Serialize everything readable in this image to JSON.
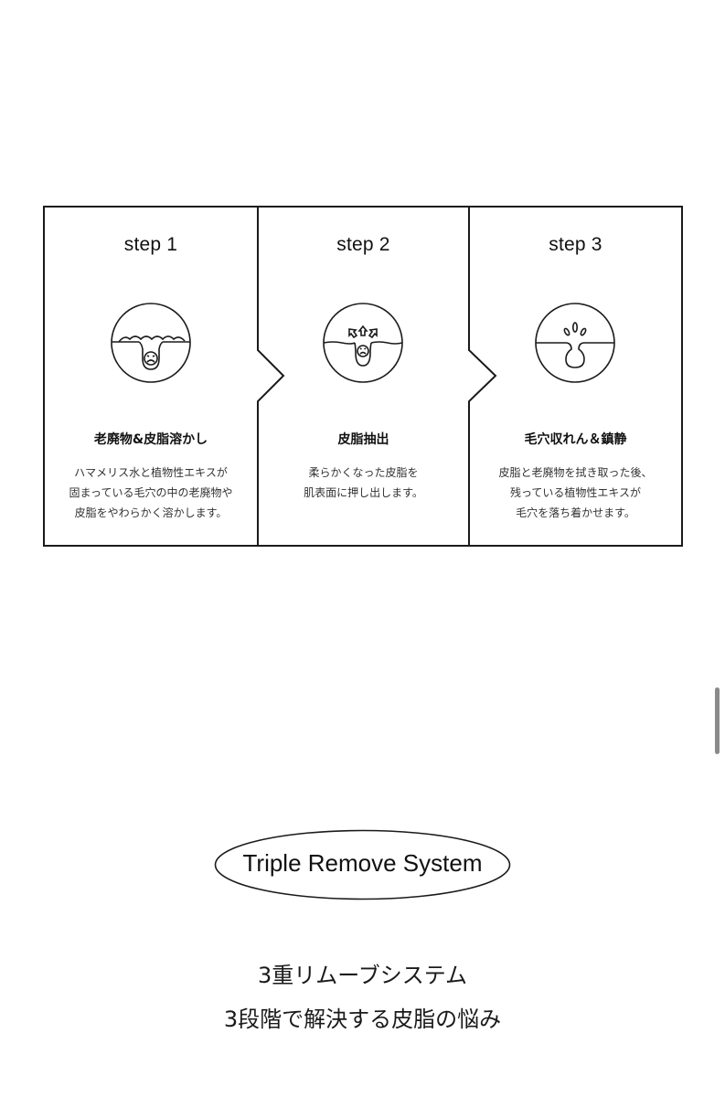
{
  "steps": [
    {
      "label": "step 1",
      "icon": "pore-clogged-icon",
      "heading": "老廃物&皮脂溶かし",
      "desc": [
        "ハマメリス水と植物性エキスが",
        "固まっている毛穴の中の老廃物や",
        "皮脂をやわらかく溶かします。"
      ]
    },
    {
      "label": "step 2",
      "icon": "sebum-extraction-icon",
      "heading": "皮脂抽出",
      "desc": [
        "柔らかくなった皮脂を",
        "肌表面に押し出します。"
      ]
    },
    {
      "label": "step 3",
      "icon": "pore-soothing-icon",
      "heading": "毛穴収れん＆鎮静",
      "desc": [
        "皮脂と老廃物を拭き取った後、",
        "残っている植物性エキスが",
        "毛穴を落ち着かせます。"
      ]
    }
  ],
  "badge": {
    "label": "Triple Remove System"
  },
  "subtitle": {
    "line1": "3重リムーブシステム",
    "line2": "3段階で解決する皮脂の悩み"
  },
  "colors": {
    "stroke": "#1a1a1a",
    "background": "#ffffff",
    "scrollbar": "#8a8a8a"
  }
}
